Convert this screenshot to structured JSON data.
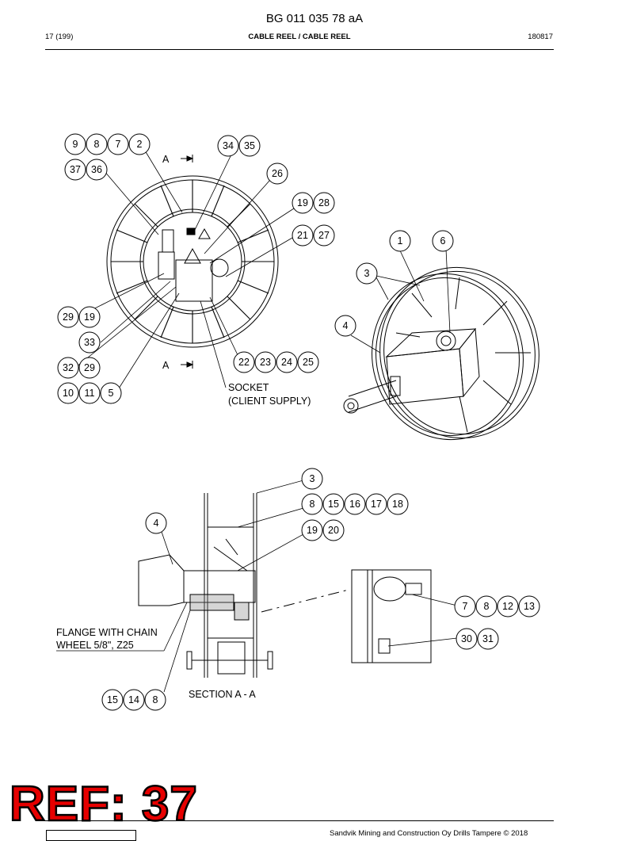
{
  "header": {
    "doc_number": "BG 011 035 78 aA",
    "page": "17 (199)",
    "title": "CABLE REEL / CABLE REEL",
    "date": "180817"
  },
  "drawing": {
    "section_marker": "A",
    "labels": {
      "socket_line1": "SOCKET",
      "socket_line2": "(CLIENT SUPPLY)",
      "flange_line1": "FLANGE WITH CHAIN",
      "flange_line2": "WHEEL 5/8\", Z25",
      "section": "SECTION  A - A"
    },
    "callouts": [
      "9",
      "8",
      "7",
      "2",
      "34",
      "35",
      "37",
      "36",
      "26",
      "19",
      "28",
      "21",
      "27",
      "1",
      "6",
      "3",
      "29",
      "19",
      "4",
      "33",
      "32",
      "29",
      "22",
      "23",
      "24",
      "25",
      "10",
      "11",
      "5",
      "3",
      "8",
      "15",
      "16",
      "17",
      "18",
      "4",
      "19",
      "20",
      "7",
      "8",
      "12",
      "13",
      "30",
      "31",
      "15",
      "14",
      "8"
    ]
  },
  "footer": {
    "text": "Sandvik Mining and Construction Oy Drills Tampere © 2018"
  },
  "watermark": "REF: 37"
}
